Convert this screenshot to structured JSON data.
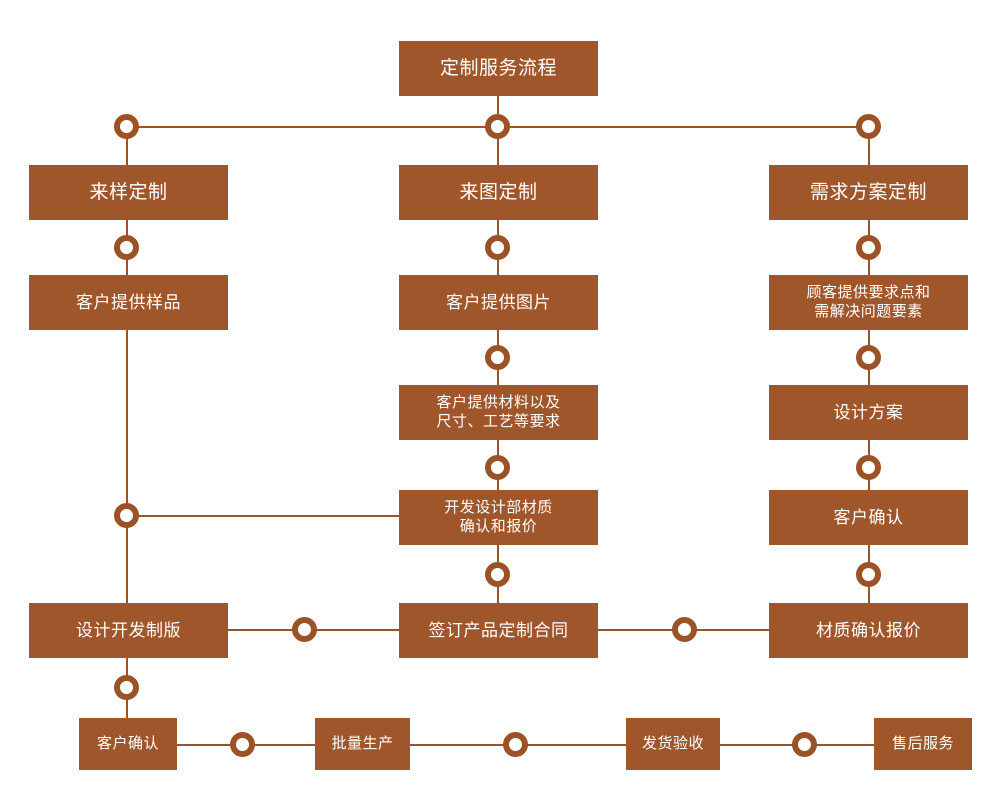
{
  "diagram": {
    "title_node": {
      "label": "定制服务流程"
    },
    "branches": [
      {
        "name": "sample-customization",
        "header": "来样定制",
        "steps": [
          "客户提供样品"
        ]
      },
      {
        "name": "drawing-customization",
        "header": "来图定制",
        "steps": [
          "客户提供图片",
          "客户提供材料以及\n尺寸、工艺等要求",
          "开发设计部材质\n确认和报价"
        ]
      },
      {
        "name": "requirement-plan-customization",
        "header": "需求方案定制",
        "steps": [
          "顾客提供要求点和\n需解决问题要素",
          "设计方案",
          "客户确认"
        ]
      }
    ],
    "merge_row": {
      "left": "设计开发制版",
      "center": "签订产品定制合同",
      "right": "材质确认报价"
    },
    "final_row": [
      "客户确认",
      "批量生产",
      "发货验收",
      "售后服务"
    ],
    "colors": {
      "node_fill": "#A0562B",
      "line": "#9B5226",
      "node_text": "#FFFFFF",
      "background": "#FFFFFF",
      "connector_fill": "#FFFFFF"
    }
  }
}
